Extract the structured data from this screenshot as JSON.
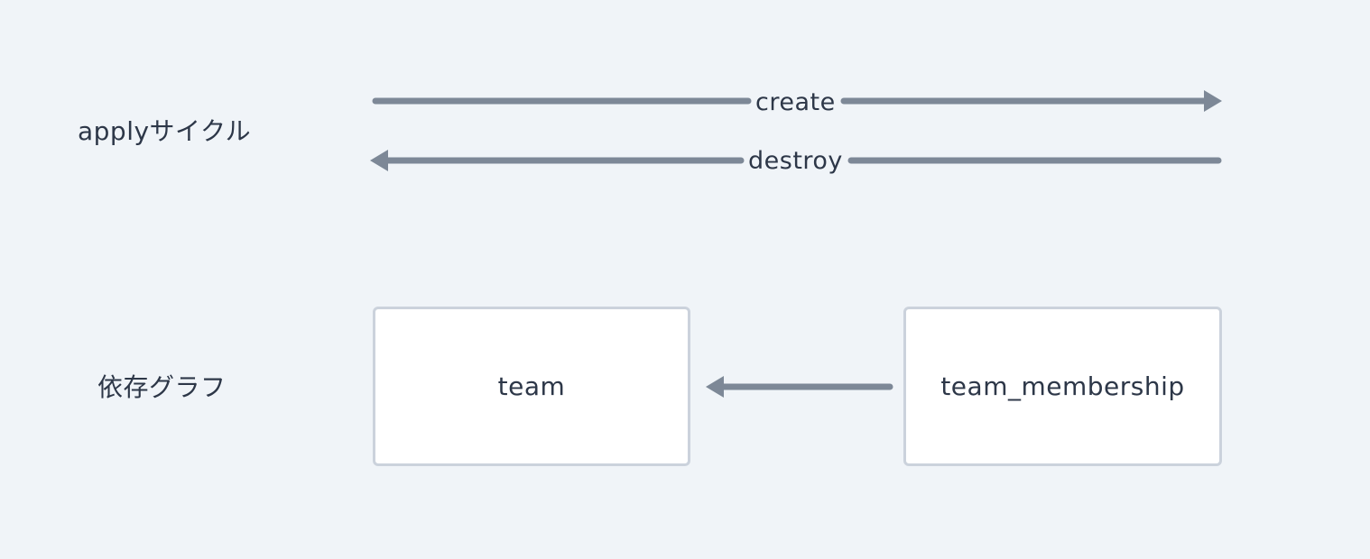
{
  "rows": {
    "apply_cycle_label": "applyサイクル",
    "dependency_graph_label": "依存グラフ"
  },
  "edges": {
    "create_label": "create",
    "destroy_label": "destroy"
  },
  "nodes": {
    "team": "team",
    "team_membership": "team_membership"
  },
  "colors": {
    "background": "#f0f4f8",
    "arrow": "#7d8897",
    "node_border": "#cbd2dc",
    "node_fill": "#ffffff",
    "text": "#2d3748"
  }
}
